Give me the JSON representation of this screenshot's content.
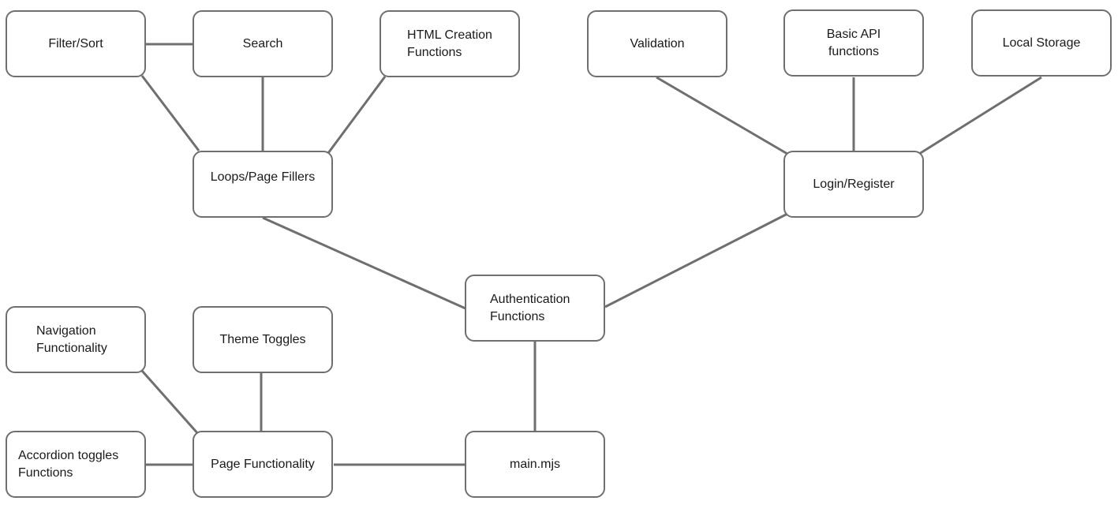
{
  "diagram": {
    "nodes": {
      "filter_sort": "Filter/Sort",
      "search": "Search",
      "html_creation": "HTML Creation\nFunctions",
      "loops_page_fillers": "Loops/Page Fillers",
      "validation": "Validation",
      "basic_api": "Basic API\nfunctions",
      "local_storage": "Local Storage",
      "login_register": "Login/Register",
      "authentication": "Authentication\nFunctions",
      "navigation": "Navigation\nFunctionality",
      "theme_toggles": "Theme Toggles",
      "accordion": "Accordion toggles\nFunctions",
      "page_functionality": "Page Functionality",
      "main_mjs": "main.mjs"
    },
    "colors": {
      "border": "#6f6f6f",
      "text": "#1a1a1a",
      "background": "#ffffff"
    }
  }
}
